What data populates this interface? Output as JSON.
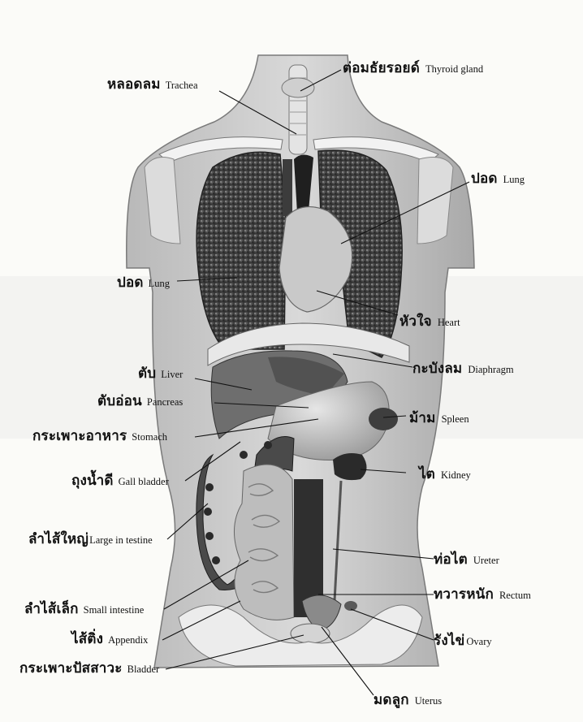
{
  "labels": {
    "trachea": {
      "th": "หลอดลม",
      "en": "Trachea"
    },
    "thyroid": {
      "th": "ต่อมธัยรอยด์",
      "en": "Thyroid gland"
    },
    "lung_right": {
      "th": "ปอด",
      "en": "Lung"
    },
    "lung_left": {
      "th": "ปอด",
      "en": "Lung"
    },
    "heart": {
      "th": "หัวใจ",
      "en": "Heart"
    },
    "diaphragm": {
      "th": "กะบังลม",
      "en": "Diaphragm"
    },
    "liver": {
      "th": "ตับ",
      "en": "Liver"
    },
    "pancreas": {
      "th": "ตับอ่อน",
      "en": "Pancreas"
    },
    "spleen": {
      "th": "ม้าม",
      "en": "Spleen"
    },
    "stomach": {
      "th": "กระเพาะอาหาร",
      "en": "Stomach"
    },
    "kidney": {
      "th": "ไต",
      "en": "Kidney"
    },
    "gall_bladder": {
      "th": "ถุงน้ำดี",
      "en": "Gall bladder"
    },
    "large_intestine": {
      "th": "ลำไส้ใหญ่",
      "en": "Large in testine"
    },
    "ureter": {
      "th": "ท่อไต",
      "en": "Ureter"
    },
    "rectum": {
      "th": "ทวารหนัก",
      "en": "Rectum"
    },
    "small_intestine": {
      "th": "ลำไส้เล็ก",
      "en": "Small intestine"
    },
    "appendix": {
      "th": "ไส้ติ่ง",
      "en": "Appendix"
    },
    "ovary": {
      "th": "รังไข่",
      "en": "Ovary"
    },
    "bladder": {
      "th": "กระเพาะปัสสาวะ",
      "en": "Bladder"
    },
    "uterus": {
      "th": "มดลูก",
      "en": "Uterus"
    }
  }
}
